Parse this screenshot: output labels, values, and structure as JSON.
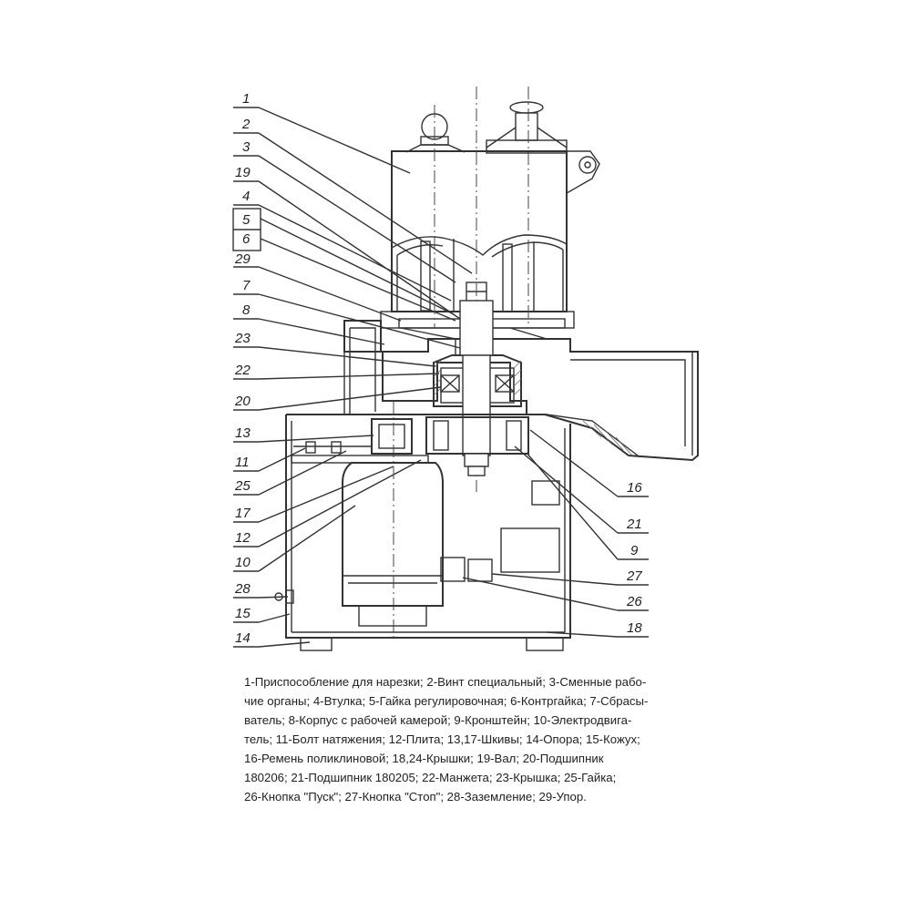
{
  "callouts_left": [
    {
      "n": "1"
    },
    {
      "n": "2"
    },
    {
      "n": "3"
    },
    {
      "n": "19"
    },
    {
      "n": "4"
    },
    {
      "n": "5"
    },
    {
      "n": "6"
    },
    {
      "n": "29"
    },
    {
      "n": "7"
    },
    {
      "n": "8"
    },
    {
      "n": "23"
    },
    {
      "n": "22"
    },
    {
      "n": "20"
    },
    {
      "n": "13"
    },
    {
      "n": "11"
    },
    {
      "n": "25"
    },
    {
      "n": "17"
    },
    {
      "n": "12"
    },
    {
      "n": "10"
    },
    {
      "n": "28"
    },
    {
      "n": "15"
    },
    {
      "n": "14"
    }
  ],
  "callouts_right": [
    {
      "n": "16"
    },
    {
      "n": "21"
    },
    {
      "n": "9"
    },
    {
      "n": "27"
    },
    {
      "n": "26"
    },
    {
      "n": "18"
    }
  ],
  "legend_lines": [
    "1-Приспособление для нарезки; 2-Винт специальный; 3-Сменные рабо-",
    "чие органы; 4-Втулка; 5-Гайка регулировочная; 6-Контргайка; 7-Сбрасы-",
    "ватель; 8-Корпус с рабочей камерой; 9-Кронштейн; 10-Электродвига-",
    "тель; 11-Болт натяжения; 12-Плита; 13,17-Шкивы; 14-Опора; 15-Кожух;",
    "16-Ремень поликлиновой; 18,24-Крышки; 19-Вал; 20-Подшипник",
    "180206; 21-Подшипник 180205; 22-Манжета; 23-Крышка; 25-Гайка;",
    "26-Кнопка \"Пуск\"; 27-Кнопка \"Стоп\"; 28-Заземление; 29-Упор."
  ]
}
